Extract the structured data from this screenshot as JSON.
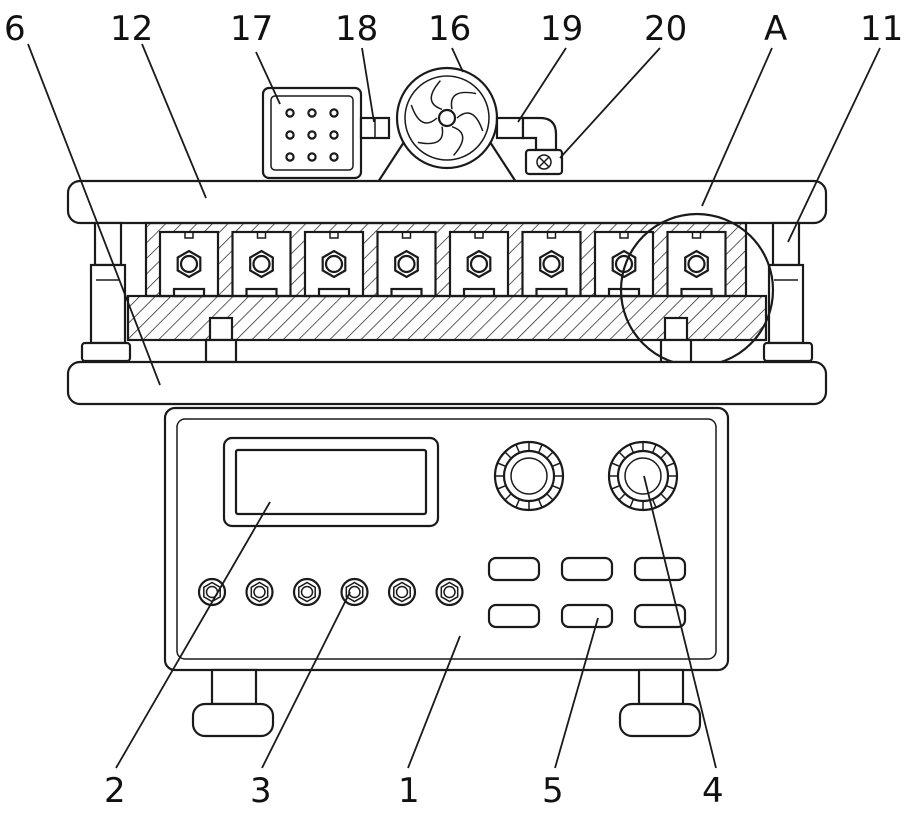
{
  "labels": {
    "l6": "6",
    "l12": "12",
    "l17": "17",
    "l18": "18",
    "l16": "16",
    "l19": "19",
    "l20": "20",
    "lA": "A",
    "l11": "11",
    "l2": "2",
    "l3": "3",
    "l1": "1",
    "l5": "5",
    "l4": "4"
  }
}
